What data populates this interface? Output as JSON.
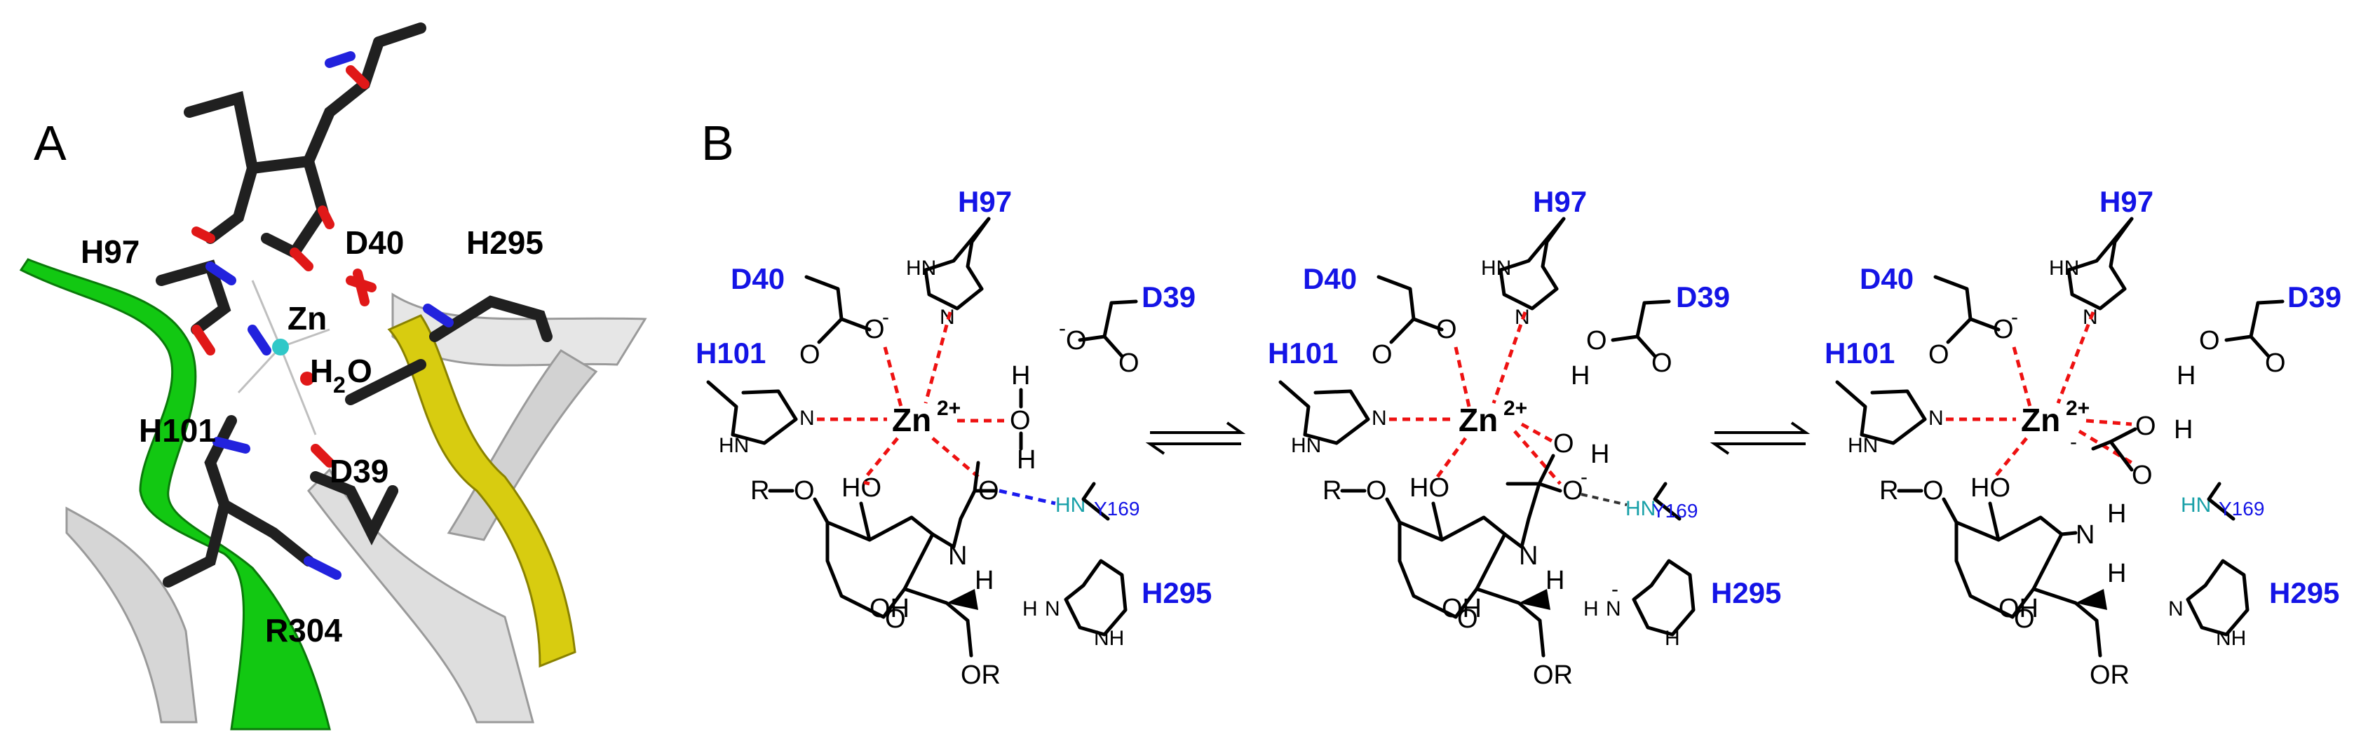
{
  "panel_a": {
    "letter": "A",
    "labels": {
      "h97": "H97",
      "zn": "Zn",
      "d40": "D40",
      "h295": "H295",
      "h2o": "H",
      "h2o_sub": "2",
      "h2o_o": "O",
      "h101": "H101",
      "d39": "D39",
      "r304": "R304"
    },
    "colors": {
      "green_strand": "#12c812",
      "yellow_strand": "#d8cc10",
      "white_strand": "#d6d6d6",
      "carbon": "#202020",
      "oxygen": "#e01818",
      "nitrogen": "#2222dd",
      "zinc": "#30c8c8"
    }
  },
  "panel_b": {
    "letter": "B",
    "states": [
      {
        "h97": "H97",
        "d40": "D40",
        "d39": "D39",
        "h101": "H101",
        "h295": "H295",
        "zn": "Zn",
        "zn_charge": "2+",
        "tyr": "Y169",
        "hn": "HN",
        "atoms": {
          "hn_imid": "HN",
          "n_imid": "N",
          "o_minus": "O",
          "minus": "-",
          "h_w1": "H",
          "o_w": "O",
          "h_w2": "H",
          "r": "R",
          "o_r": "O",
          "ho": "HO",
          "oh": "OH",
          "n_h": "N",
          "h_amide": "H",
          "o_ring": "O",
          "or": "OR",
          "h295_h": "H",
          "h295_n": "N",
          "h295_nh": "NH",
          "d39_o1": "O",
          "d39_o2": "O",
          "d39_minus": "-",
          "o_carb": "O",
          "d40_o2": "O"
        }
      },
      {
        "h97": "H97",
        "d40": "D40",
        "d39": "D39",
        "h101": "H101",
        "h295": "H295",
        "zn": "Zn",
        "zn_charge": "2+",
        "tyr": "Y169",
        "hn": "HN",
        "atoms": {
          "hn_imid": "HN",
          "n_imid": "N",
          "o_d40": "O",
          "o_h": "O",
          "h_oh": "H",
          "o_minus": "O",
          "minus": "-",
          "r": "R",
          "o_r": "O",
          "ho": "HO",
          "oh": "OH",
          "n_h": "N",
          "h_amide": "H",
          "o_ring": "O",
          "or": "OR",
          "h295_h": "H",
          "h295_n": "N",
          "h295_minus": "-",
          "h295_h2": "H",
          "d39_h": "H",
          "d39_o1": "O",
          "d39_o2": "O",
          "d40_o2": "O"
        }
      },
      {
        "h97": "H97",
        "d40": "D40",
        "d39": "D39",
        "h101": "H101",
        "h295": "H295",
        "zn": "Zn",
        "zn_charge": "2+",
        "tyr": "Y169",
        "hn": "HN",
        "atoms": {
          "hn_imid": "HN",
          "n_imid": "N",
          "o_minus": "O",
          "minus": "-",
          "o_h": "O",
          "h_oh": "H",
          "o_carb": "O",
          "r": "R",
          "o_r": "O",
          "ho": "HO",
          "oh": "OH",
          "n_h": "N",
          "h_amine1": "H",
          "h_amine2": "H",
          "o_ring": "O",
          "or": "OR",
          "h295_n": "N",
          "h295_nh": "NH",
          "d39_h": "H",
          "d39_o1": "O",
          "d39_o2": "O",
          "d40_o2": "O",
          "zn_minus": "-"
        }
      }
    ]
  }
}
